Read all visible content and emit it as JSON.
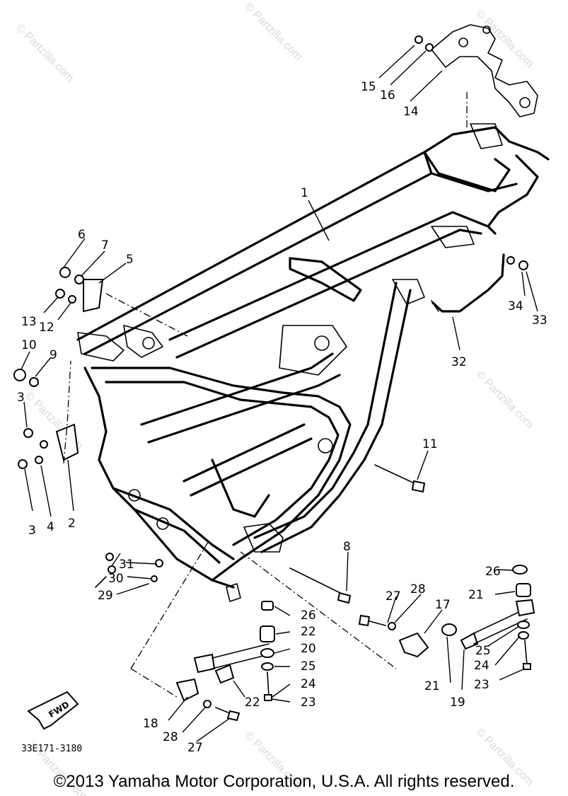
{
  "diagram": {
    "callouts": [
      "1",
      "2",
      "3",
      "3",
      "4",
      "5",
      "6",
      "7",
      "8",
      "9",
      "10",
      "11",
      "12",
      "13",
      "14",
      "15",
      "16",
      "17",
      "18",
      "19",
      "20",
      "21",
      "21",
      "22",
      "22",
      "23",
      "23",
      "24",
      "24",
      "25",
      "25",
      "26",
      "26",
      "27",
      "27",
      "28",
      "28",
      "29",
      "30",
      "31",
      "32",
      "33",
      "34"
    ],
    "fwd_label": "FWD",
    "reference_code": "33E171-3180",
    "watermark": "© Partzilla.com"
  },
  "footer": {
    "copyright": "©2013  Yamaha Motor Corporation, U.S.A. All rights reserved."
  }
}
